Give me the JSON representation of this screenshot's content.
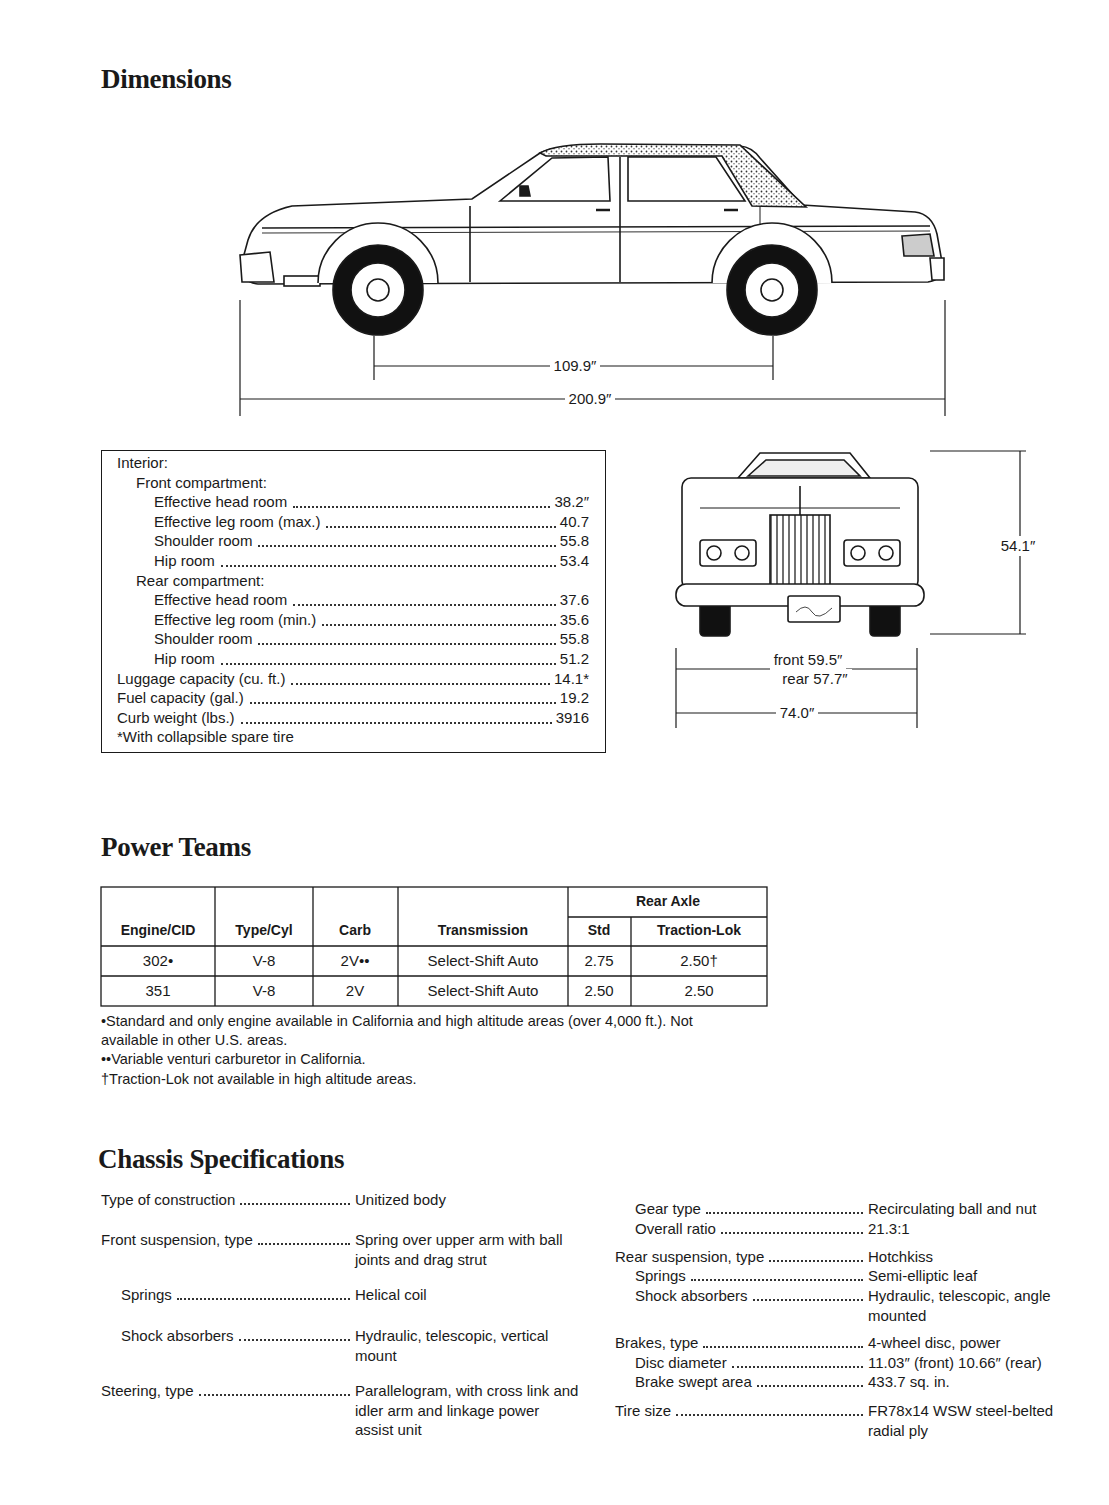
{
  "diagram": {
    "title": "Dimensions",
    "nodes": [
      {
        "text": [
          "Interior:",
          "Front compartment:",
          "Effective head room",
          "38.2″",
          "Effective leg room (max.)",
          "40.7",
          "Shoulder room",
          "55.8",
          "Hip room",
          "53.4",
          "Rear compartment:",
          "Effective head room",
          "37.6",
          "Effective leg room (min.)",
          "35.6",
          "Shoulder room",
          "55.8",
          "Hip room",
          "51.2",
          "Luggage capacity (cu. ft.)",
          "14.1*",
          "Fuel capacity (gal.)",
          "19.2",
          "Curb weight (lbs.)",
          "3916",
          "*With collapsible spare tire"
        ]
      }
    ],
    "labels": [
      "Power Teams",
      "Chassis Specifications",
      "109.9″",
      "200.9″",
      "54.1″",
      "front 59.5″",
      "rear 57.7″",
      "74.0″",
      "Rear Axle",
      "Engine/CID",
      "Type/Cyl",
      "Carb",
      "Transmission",
      "Std",
      "Traction-Lok",
      "302•",
      "V-8",
      "2V••",
      "Select-Shift Auto",
      "2.75",
      "2.50†",
      "351",
      "V-8",
      "2V",
      "Select-Shift Auto",
      "2.50",
      "2.50",
      "•Standard and only engine available in California and high altitude areas (over 4,000 ft.). Not available in other U.S. areas.",
      "••Variable venturi carburetor in California.",
      "†Traction-Lok not available in high altitude areas.",
      "Type of construction",
      "Unitized body",
      "Front suspension, type",
      "Spring over upper arm with ball joints and drag strut",
      "Springs",
      "Helical coil",
      "Shock absorbers",
      "Hydraulic, telescopic, vertical mount",
      "Steering, type",
      "Parallelogram, with cross link and idler arm and linkage power assist unit",
      "Gear type",
      "Recirculating ball and nut",
      "Overall ratio",
      "21.3:1",
      "Rear suspension, type",
      "Hotchkiss",
      "Springs",
      "Semi-elliptic leaf",
      "Shock absorbers",
      "Hydraulic, telescopic, angle mounted",
      "Brakes, type",
      "4-wheel disc, power",
      "Disc diameter",
      "11.03″ (front) 10.66″ (rear)",
      "Brake swept area",
      "433.7 sq. in.",
      "Tire size",
      "FR78x14 WSW steel-belted radial ply"
    ]
  }
}
